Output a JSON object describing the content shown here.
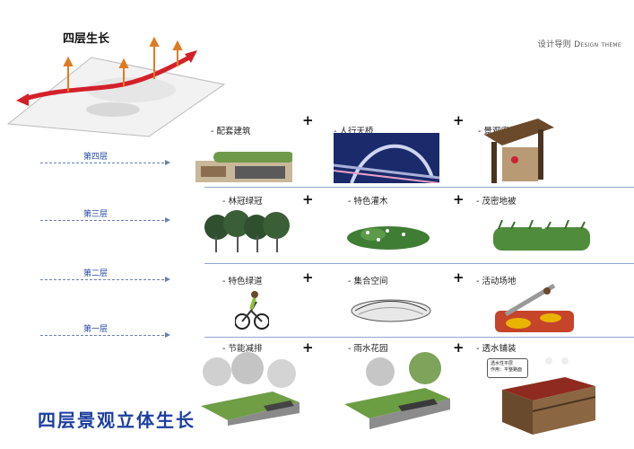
{
  "header": {
    "cn": "设计导则",
    "en": "Design theme"
  },
  "map_title": "四层生长",
  "main_title": "四层景观立体生长",
  "levels": [
    "第四层",
    "第三层",
    "第二层",
    "第一层"
  ],
  "rows": [
    {
      "items": [
        "- 配套建筑",
        "- 人行天桥",
        "- 景观廊架"
      ]
    },
    {
      "items": [
        "- 林冠绿冠",
        "- 特色灌木",
        "- 茂密地被"
      ]
    },
    {
      "items": [
        "- 特色绿道",
        "- 集合空间",
        "- 活动场地"
      ]
    },
    {
      "items": [
        "- 节能减排",
        "- 雨水花园",
        "- 透水铺装"
      ]
    }
  ],
  "plus": "+",
  "note": {
    "line1": "透水性平层",
    "line2": "作用：平整路面"
  },
  "colors": {
    "accent": "#1c3fa0",
    "route": "#d4202a",
    "growth": "#e07a22"
  }
}
